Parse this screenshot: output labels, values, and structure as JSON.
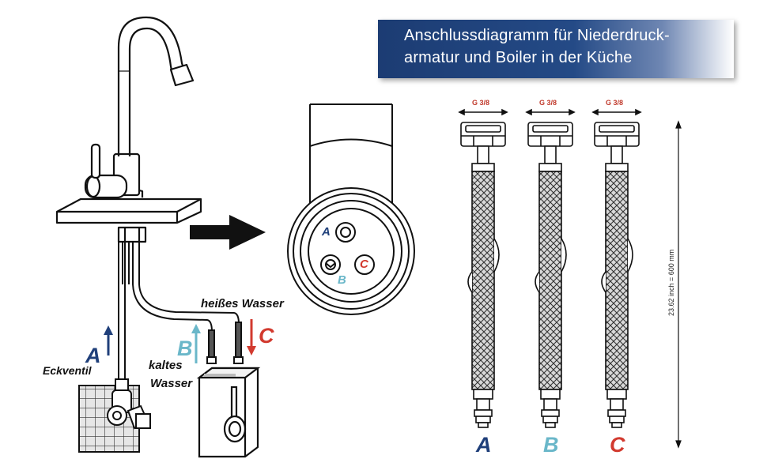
{
  "title": {
    "line1": "Anschlussdiagramm für Niederdruck-",
    "line2": "armatur und Boiler in der Küche"
  },
  "labels": {
    "hot_water": "heißes Wasser",
    "cold_water_1": "kaltes",
    "cold_water_2": "Wasser",
    "angle_valve": "Eckventil",
    "a": "A",
    "b": "B",
    "c": "C"
  },
  "hoses": {
    "fitting_label": "G 3/8",
    "length_label": "23.62 inch = 600 mm",
    "names": [
      "A",
      "B",
      "C"
    ]
  },
  "colors": {
    "a": "#1f3f7a",
    "b": "#6ab7c9",
    "c": "#d23a2f",
    "banner": "#1c3c73"
  }
}
